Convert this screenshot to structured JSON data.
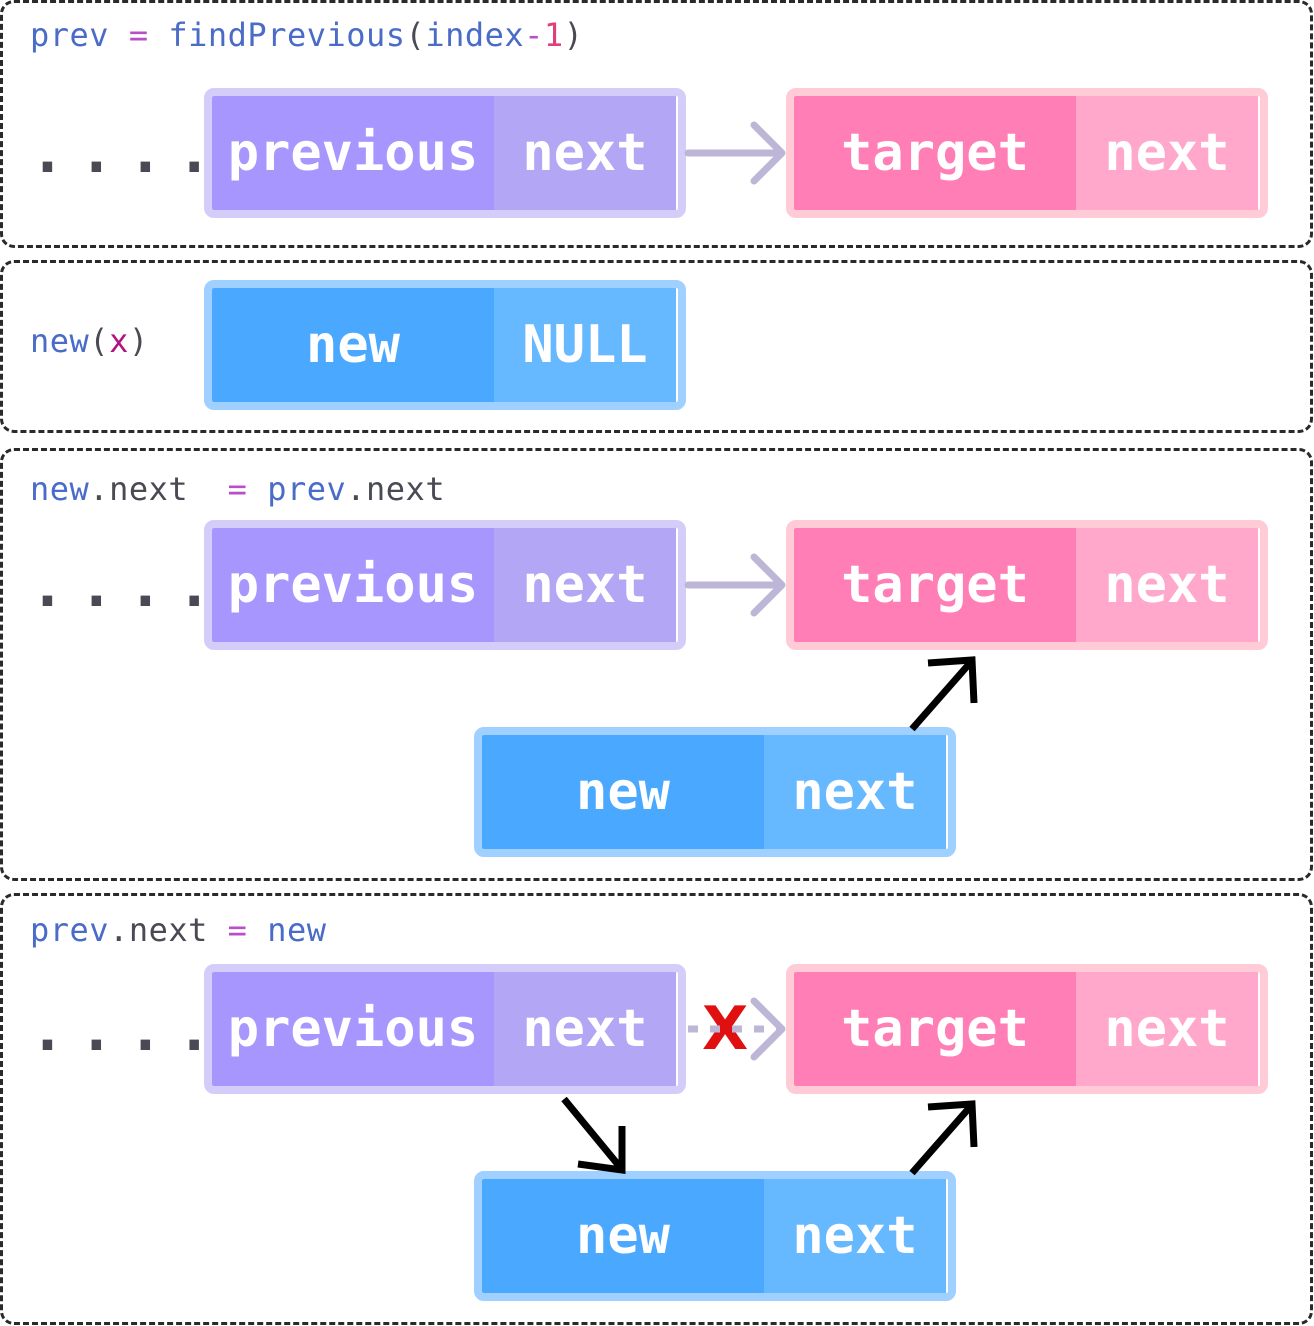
{
  "panel1": {
    "code": {
      "var": "prev",
      "eq": "=",
      "fn": "findPrevious",
      "open": "(",
      "arg": "index",
      "minus": "-",
      "num": "1",
      "close": ")"
    },
    "dots": ".....",
    "prev_node": {
      "data": "previous",
      "next": "next"
    },
    "target_node": {
      "data": "target",
      "next": "next"
    }
  },
  "panel2": {
    "code": {
      "fn": "new",
      "open": "(",
      "arg": "x",
      "close": ")"
    },
    "new_node": {
      "data": "new",
      "next": "NULL"
    }
  },
  "panel3": {
    "code": {
      "lhs_obj": "new",
      "lhs_field": ".next",
      "eq": "=",
      "rhs_obj": "prev",
      "rhs_field": ".next"
    },
    "dots": ".....",
    "prev_node": {
      "data": "previous",
      "next": "next"
    },
    "target_node": {
      "data": "target",
      "next": "next"
    },
    "new_node": {
      "data": "new",
      "next": "next"
    }
  },
  "panel4": {
    "code": {
      "lhs_obj": "prev",
      "lhs_field": ".next",
      "eq": "=",
      "rhs": "new"
    },
    "dots": ".....",
    "prev_node": {
      "data": "previous",
      "next": "next"
    },
    "target_node": {
      "data": "target",
      "next": "next"
    },
    "new_node": {
      "data": "new",
      "next": "next"
    },
    "broken_mark": "X"
  },
  "colors": {
    "previous": "#a896ff",
    "target": "#ff7eb5",
    "new": "#4aa8ff",
    "broken": "#e01010"
  }
}
